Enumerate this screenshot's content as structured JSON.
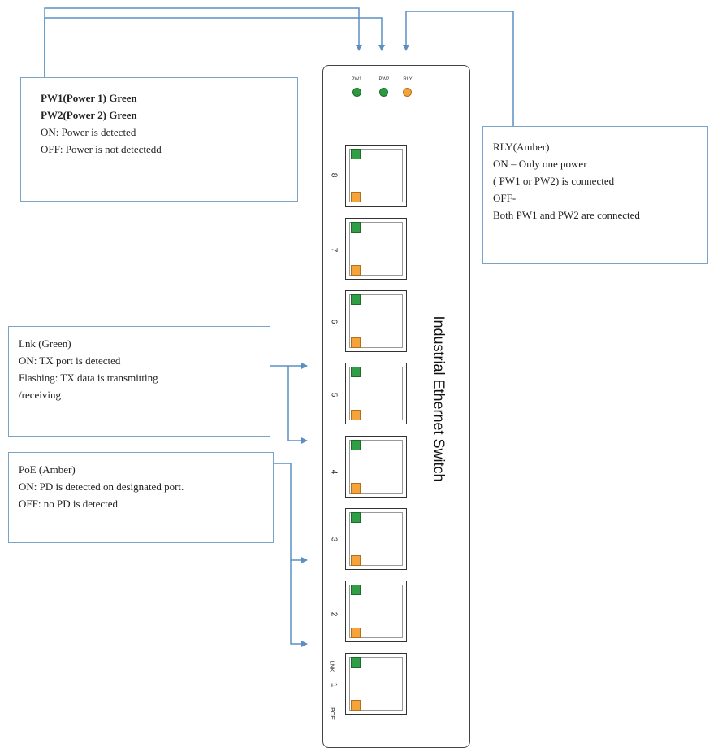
{
  "power_callout": {
    "line1": "PW1(Power 1) Green",
    "line2": "PW2(Power 2) Green",
    "line3": "ON: Power is detected",
    "line4": "OFF: Power is not detectedd"
  },
  "rly_callout": {
    "line1": "RLY(Amber)",
    "line2": "ON – Only one power",
    "line3": "( PW1 or PW2) is connected",
    "line4": "OFF-",
    "line5": "Both PW1 and PW2 are connected"
  },
  "lnk_callout": {
    "line1": "Lnk (Green)",
    "line2": "ON: TX port is detected",
    "line3": "Flashing: TX data is transmitting",
    "line4": "/receiving"
  },
  "poe_callout": {
    "line1": "PoE (Amber)",
    "line2": "ON: PD is detected on designated port.",
    "line3": "OFF: no PD is detected"
  },
  "switch": {
    "title": "Industrial Ethernet Switch",
    "led_labels": {
      "pw1": "PW1",
      "pw2": "PW2",
      "rly": "RLY"
    },
    "ports": [
      "8",
      "7",
      "6",
      "5",
      "4",
      "3",
      "2",
      "1"
    ],
    "lnk_label": "LNK",
    "poe_label": "POE"
  },
  "colors": {
    "green": "#2c9a3e",
    "amber": "#f2a33a",
    "leader": "#5b8fc4",
    "box_border": "#7aa3c8"
  }
}
